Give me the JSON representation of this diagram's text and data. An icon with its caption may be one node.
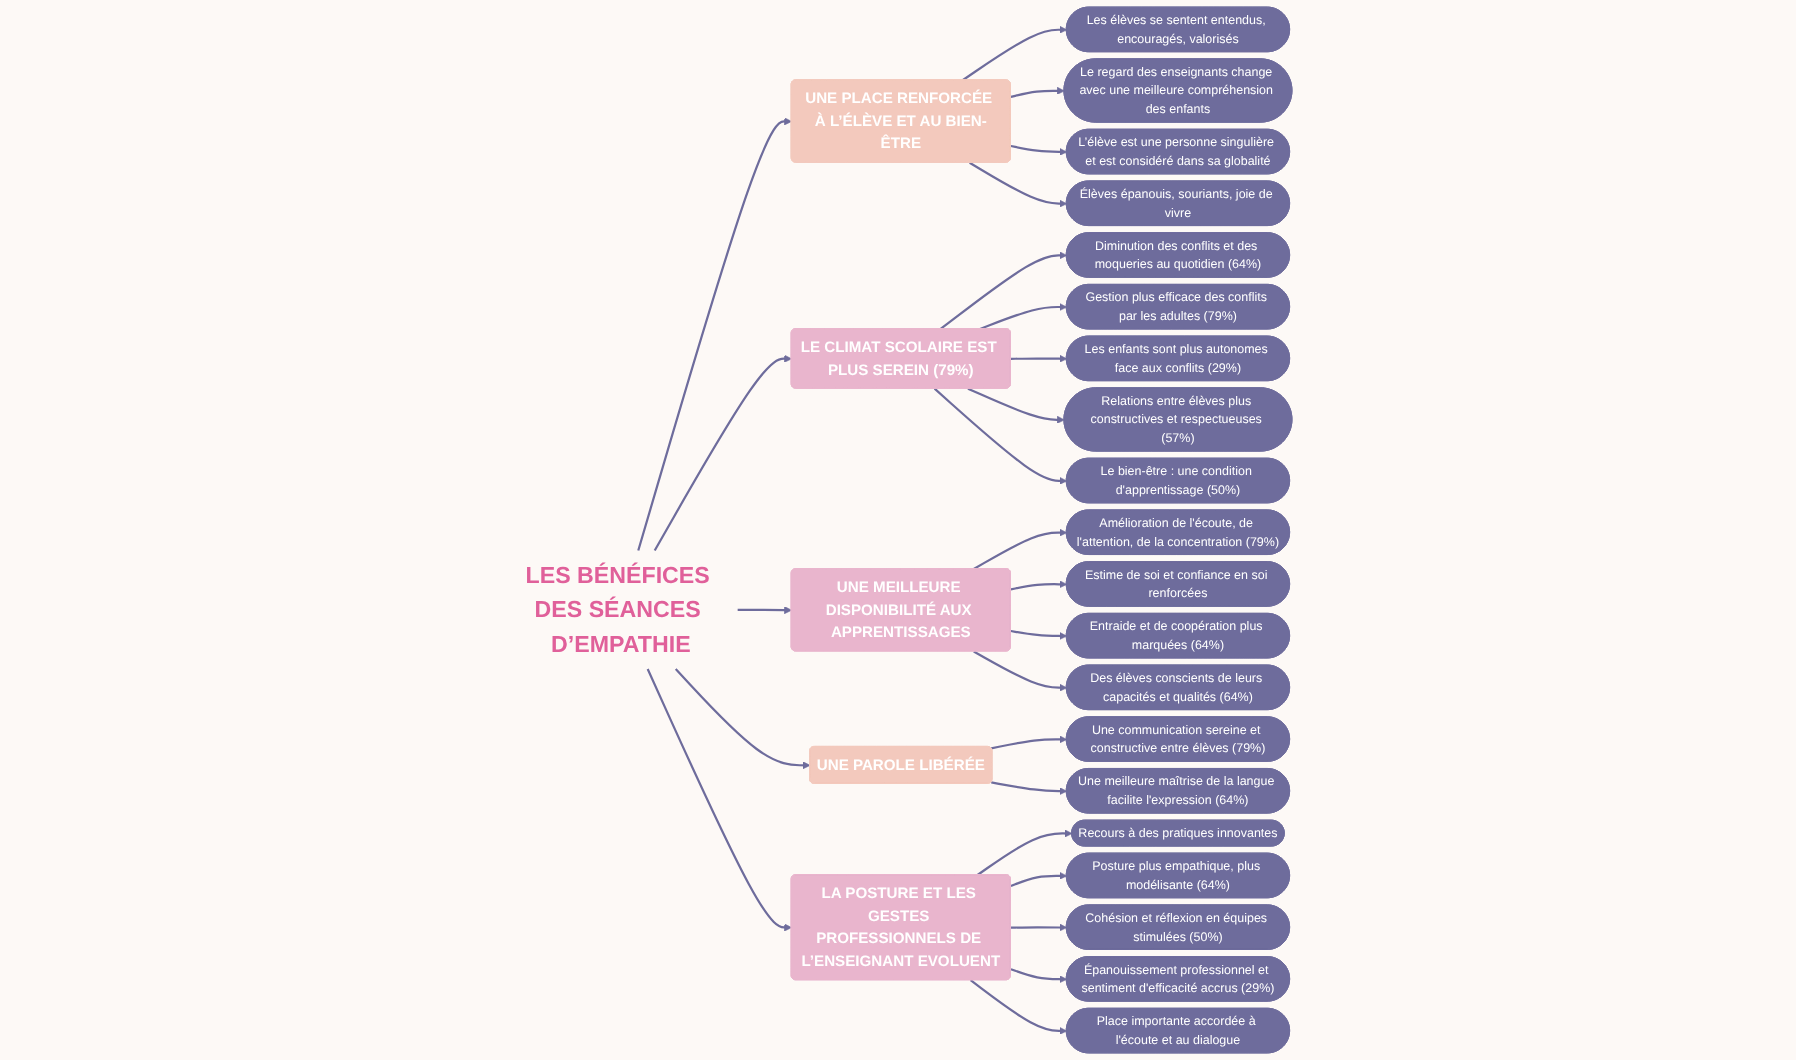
{
  "diagram": {
    "nodes": [
      {
        "text": [
          "LES BÉNÉFICES DES SÉANCES D’EMPATHIE"
        ]
      },
      {
        "text": [
          "UNE PLACE RENFORCÉE À L’ÉLÈVE ET AU BIEN-ÊTRE"
        ]
      },
      {
        "text": [
          "Les élèves se sentent entendus, encouragés, valorisés"
        ]
      },
      {
        "text": [
          "Le regard des enseignants change avec une meilleure compréhension des enfants"
        ]
      },
      {
        "text": [
          "L’élève est une personne singulière et est considéré dans sa globalité"
        ]
      },
      {
        "text": [
          "Élèves épanouis, souriants, joie de vivre"
        ]
      },
      {
        "text": [
          "LE CLIMAT SCOLAIRE EST PLUS SEREIN (79%)"
        ]
      },
      {
        "text": [
          "Diminution des conflits et des moqueries au quotidien (64%)"
        ]
      },
      {
        "text": [
          "Gestion plus efficace des conflits par les adultes (79%)"
        ]
      },
      {
        "text": [
          "Les enfants sont plus autonomes face aux conflits (29%)"
        ]
      },
      {
        "text": [
          "Relations entre élèves plus constructives et respectueuses (57%)"
        ]
      },
      {
        "text": [
          "Le bien-être : une condition d'apprentissage (50%)"
        ]
      },
      {
        "text": [
          "UNE MEILLEURE DISPONIBILITÉ AUX APPRENTISSAGES"
        ]
      },
      {
        "text": [
          "Amélioration de l'écoute, de l'attention, de la concentration (79%)"
        ]
      },
      {
        "text": [
          "Estime de soi et confiance en soi renforcées"
        ]
      },
      {
        "text": [
          "Entraide et de coopération plus marquées (64%)"
        ]
      },
      {
        "text": [
          "Des élèves conscients de leurs capacités et qualités (64%)"
        ]
      },
      {
        "text": [
          "UNE PAROLE LIBÉRÉE"
        ]
      },
      {
        "text": [
          "Une communication sereine et constructive entre élèves (79%)"
        ]
      },
      {
        "text": [
          "Une meilleure maîtrise de la langue facilite l'expression (64%)"
        ]
      },
      {
        "text": [
          "LA POSTURE ET LES GESTES PROFESSIONNELS DE L’ENSEIGNANT EVOLUENT"
        ]
      },
      {
        "text": [
          "Recours à des pratiques innovantes"
        ]
      },
      {
        "text": [
          "Posture plus empathique, plus modélisante (64%)"
        ]
      },
      {
        "text": [
          "Cohésion et réflexion en équipes stimulées (50%)"
        ]
      },
      {
        "text": [
          "Épanouissement professionnel et sentiment d'efficacité accrus (29%)"
        ]
      },
      {
        "text": [
          "Place importante accordée à l'écoute et au dialogue"
        ]
      }
    ],
    "edges": [
      {
        "from": 0,
        "to": 1,
        "arrow": "to"
      },
      {
        "from": 0,
        "to": 6,
        "arrow": "to"
      },
      {
        "from": 0,
        "to": 12,
        "arrow": "to"
      },
      {
        "from": 0,
        "to": 17,
        "arrow": "to"
      },
      {
        "from": 0,
        "to": 20,
        "arrow": "to"
      },
      {
        "from": 1,
        "to": 2,
        "arrow": "to"
      },
      {
        "from": 1,
        "to": 3,
        "arrow": "to"
      },
      {
        "from": 1,
        "to": 4,
        "arrow": "to"
      },
      {
        "from": 1,
        "to": 5,
        "arrow": "to"
      },
      {
        "from": 6,
        "to": 7,
        "arrow": "to"
      },
      {
        "from": 6,
        "to": 8,
        "arrow": "to"
      },
      {
        "from": 6,
        "to": 9,
        "arrow": "to"
      },
      {
        "from": 6,
        "to": 10,
        "arrow": "to"
      },
      {
        "from": 6,
        "to": 11,
        "arrow": "to"
      },
      {
        "from": 12,
        "to": 13,
        "arrow": "to"
      },
      {
        "from": 12,
        "to": 14,
        "arrow": "to"
      },
      {
        "from": 12,
        "to": 15,
        "arrow": "to"
      },
      {
        "from": 12,
        "to": 16,
        "arrow": "to"
      },
      {
        "from": 17,
        "to": 18,
        "arrow": "to"
      },
      {
        "from": 17,
        "to": 19,
        "arrow": "to"
      },
      {
        "from": 20,
        "to": 21,
        "arrow": "to"
      },
      {
        "from": 20,
        "to": 22,
        "arrow": "to"
      },
      {
        "from": 20,
        "to": 23,
        "arrow": "to"
      },
      {
        "from": 20,
        "to": 24,
        "arrow": "to"
      },
      {
        "from": 20,
        "to": 25,
        "arrow": "to"
      }
    ]
  }
}
